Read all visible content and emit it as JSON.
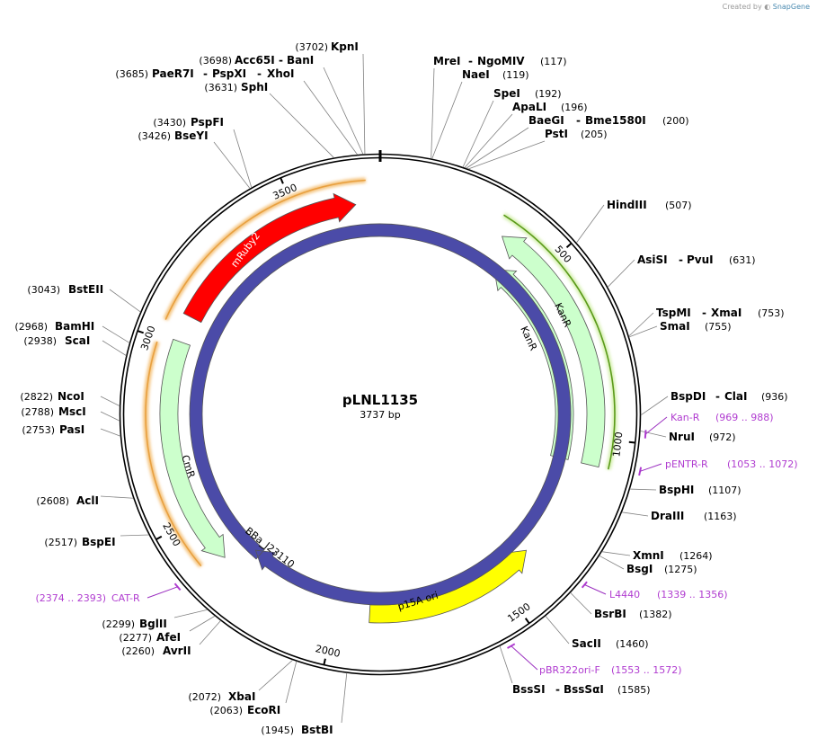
{
  "app": {
    "credit_prefix": "Created by",
    "credit_brand": "SnapGene"
  },
  "plasmid": {
    "name": "pLNL1135",
    "length_label": "3737 bp",
    "length": 3737
  },
  "ticks": [
    {
      "pos": 500,
      "label": "500"
    },
    {
      "pos": 1000,
      "label": "1000"
    },
    {
      "pos": 1500,
      "label": "1500"
    },
    {
      "pos": 2000,
      "label": "2000"
    },
    {
      "pos": 2500,
      "label": "2500"
    },
    {
      "pos": 3000,
      "label": "3000"
    },
    {
      "pos": 3500,
      "label": "3500"
    }
  ],
  "sites": [
    {
      "id": "kpni",
      "name": "KpnI",
      "pos": "(3702)",
      "bp": 3702
    },
    {
      "id": "acc65i",
      "name": "Acc65I",
      "name2": "BanI",
      "pos": "(3698)",
      "bp": 3698
    },
    {
      "id": "paer7i",
      "name": "PaeR7I",
      "name2": "PspXI",
      "name3": "XhoI",
      "pos": "(3685)",
      "bp": 3685
    },
    {
      "id": "sphi",
      "name": "SphI",
      "pos": "(3631)",
      "bp": 3631
    },
    {
      "id": "pspfi",
      "name": "PspFI",
      "pos": "(3430)",
      "bp": 3430
    },
    {
      "id": "bseyi",
      "name": "BseYI",
      "pos": "(3426)",
      "bp": 3426
    },
    {
      "id": "mrei",
      "name": "MreI",
      "name2": "NgoMIV",
      "pos": "(117)",
      "bp": 117
    },
    {
      "id": "naei",
      "name": "NaeI",
      "pos": "(119)",
      "bp": 119
    },
    {
      "id": "spei",
      "name": "SpeI",
      "pos": "(192)",
      "bp": 192
    },
    {
      "id": "apali",
      "name": "ApaLI",
      "pos": "(196)",
      "bp": 196
    },
    {
      "id": "baegi",
      "name": "BaeGI",
      "name2": "Bme1580I",
      "pos": "(200)",
      "bp": 200
    },
    {
      "id": "psti",
      "name": "PstI",
      "pos": "(205)",
      "bp": 205
    },
    {
      "id": "hindiii",
      "name": "HindIII",
      "pos": "(507)",
      "bp": 507
    },
    {
      "id": "asisi",
      "name": "AsiSI",
      "name2": "PvuI",
      "pos": "(631)",
      "bp": 631
    },
    {
      "id": "tspmi",
      "name": "TspMI",
      "name2": "XmaI",
      "pos": "(753)",
      "bp": 753
    },
    {
      "id": "smai",
      "name": "SmaI",
      "pos": "(755)",
      "bp": 755
    },
    {
      "id": "bspdi",
      "name": "BspDI",
      "name2": "ClaI",
      "pos": "(936)",
      "bp": 936
    },
    {
      "id": "nrui",
      "name": "NruI",
      "pos": "(972)",
      "bp": 972
    },
    {
      "id": "bsphi",
      "name": "BspHI",
      "pos": "(1107)",
      "bp": 1107
    },
    {
      "id": "draiii",
      "name": "DraIII",
      "pos": "(1163)",
      "bp": 1163
    },
    {
      "id": "xmni",
      "name": "XmnI",
      "pos": "(1264)",
      "bp": 1264
    },
    {
      "id": "bsgi",
      "name": "BsgI",
      "pos": "(1275)",
      "bp": 1275
    },
    {
      "id": "bsrbi",
      "name": "BsrBI",
      "pos": "(1382)",
      "bp": 1382
    },
    {
      "id": "sacii",
      "name": "SacII",
      "pos": "(1460)",
      "bp": 1460
    },
    {
      "id": "bsssi",
      "name": "BssSI",
      "name2": "BssSαI",
      "pos": "(1585)",
      "bp": 1585
    },
    {
      "id": "bstbi",
      "name": "BstBI",
      "pos": "(1945)",
      "bp": 1945
    },
    {
      "id": "ecori",
      "name": "EcoRI",
      "pos": "(2063)",
      "bp": 2063
    },
    {
      "id": "xbai",
      "name": "XbaI",
      "pos": "(2072)",
      "bp": 2072
    },
    {
      "id": "avrii",
      "name": "AvrII",
      "pos": "(2260)",
      "bp": 2260
    },
    {
      "id": "afei",
      "name": "AfeI",
      "pos": "(2277)",
      "bp": 2277
    },
    {
      "id": "bglii",
      "name": "BglII",
      "pos": "(2299)",
      "bp": 2299
    },
    {
      "id": "bspei",
      "name": "BspEI",
      "pos": "(2517)",
      "bp": 2517
    },
    {
      "id": "acli",
      "name": "AclI",
      "pos": "(2608)",
      "bp": 2608
    },
    {
      "id": "pasi",
      "name": "PasI",
      "pos": "(2753)",
      "bp": 2753
    },
    {
      "id": "msci",
      "name": "MscI",
      "pos": "(2788)",
      "bp": 2788
    },
    {
      "id": "ncoi",
      "name": "NcoI",
      "pos": "(2822)",
      "bp": 2822
    },
    {
      "id": "scai",
      "name": "ScaI",
      "pos": "(2938)",
      "bp": 2938
    },
    {
      "id": "bamhi",
      "name": "BamHI",
      "pos": "(2968)",
      "bp": 2968
    },
    {
      "id": "bsteii",
      "name": "BstEII",
      "pos": "(3043)",
      "bp": 3043
    }
  ],
  "primers": [
    {
      "id": "kan-r",
      "name": "Kan-R",
      "range": "(969 .. 988)",
      "start": 969,
      "end": 988
    },
    {
      "id": "pentr-r",
      "name": "pENTR-R",
      "range": "(1053 .. 1072)",
      "start": 1053,
      "end": 1072
    },
    {
      "id": "l4440",
      "name": "L4440",
      "range": "(1339 .. 1356)",
      "start": 1339,
      "end": 1356
    },
    {
      "id": "pbr322ori-f",
      "name": "pBR322ori-F",
      "range": "(1553 .. 1572)",
      "start": 1553,
      "end": 1572
    },
    {
      "id": "cat-r",
      "name": "CAT-R",
      "range": "(2374 .. 2393)",
      "start": 2374,
      "end": 2393
    }
  ],
  "features": [
    {
      "id": "mruby2",
      "name": "mRuby2",
      "start": 3085,
      "end": 3668,
      "strand": "+",
      "color": "#ff0000",
      "text_color": "#ffffff"
    },
    {
      "id": "kanr-1",
      "name": "KanR",
      "start": 357,
      "end": 1075,
      "strand": "-",
      "color": "#ccffcc",
      "text_color": "#000000"
    },
    {
      "id": "kanr-2",
      "name": "KanR",
      "start": 397,
      "end": 1075,
      "strand": "-",
      "color": "#ccffcc",
      "text_color": "#000000"
    },
    {
      "id": "cmr",
      "name": "CmR",
      "start": 2360,
      "end": 3010,
      "strand": "-",
      "color": "#ccffcc",
      "text_color": "#000000"
    },
    {
      "id": "p15a-ori",
      "name": "p15A ori",
      "start": 1380,
      "end": 1900,
      "strand": "-",
      "color": "#ffff00",
      "text_color": "#000000"
    },
    {
      "id": "bba-j23110",
      "name": "BBa_J23110",
      "start": 2290,
      "end": 2310,
      "strand": "+",
      "color": "#4b4ba8",
      "text_color": "#000000"
    }
  ],
  "colors": {
    "primer": "#b03cd0",
    "orf_outline_orange": "#e8a040",
    "orf_outline_green": "#5a9a1a",
    "backbone": "#000000"
  }
}
